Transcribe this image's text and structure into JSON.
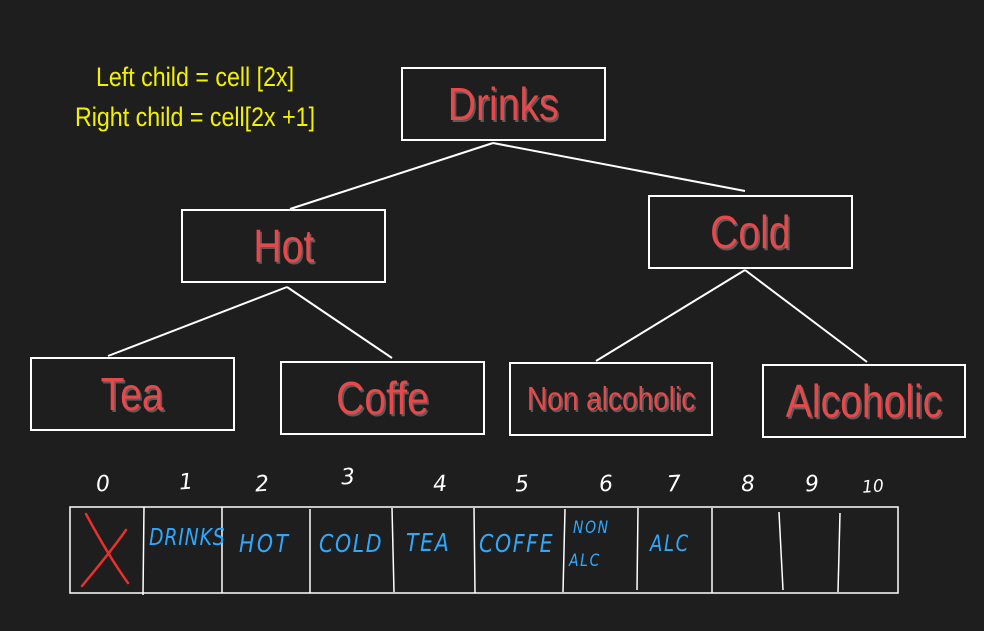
{
  "notes": {
    "line1": "Left child = cell [2x]",
    "line2": "Right child = cell[2x +1]"
  },
  "tree": {
    "root": "Drinks",
    "hot": "Hot",
    "cold": "Cold",
    "tea": "Tea",
    "coffe": "Coffe",
    "non_alcoholic": "Non alcoholic",
    "alcoholic": "Alcoholic"
  },
  "array": {
    "indices": [
      "0",
      "1",
      "2",
      "3",
      "4",
      "5",
      "6",
      "7",
      "8",
      "9",
      "10"
    ],
    "cells": [
      "",
      "DRINKS",
      "HOT",
      "COLD",
      "TEA",
      "COFFE",
      "NON ALC",
      "ALC",
      "",
      "",
      ""
    ],
    "cell6_line1": "NON",
    "cell6_line2": "ALC"
  },
  "colors": {
    "background": "#1e1e1e",
    "note_text": "#f2f200",
    "node_text": "#e8484a",
    "node_border": "#ffffff",
    "array_text": "#2ea8ff",
    "cross_mark": "#e8302c"
  }
}
